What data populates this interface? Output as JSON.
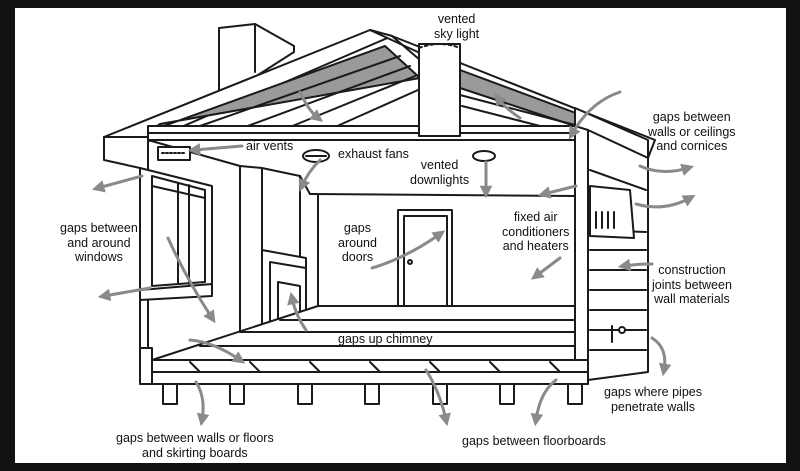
{
  "diagram": {
    "labels": {
      "vented_sky_light": "vented\nsky light",
      "air_vents": "air vents",
      "exhaust_fans": "exhaust fans",
      "vented_downlights": "vented\ndownlights",
      "gaps_walls_ceilings": "gaps between\nwalls or ceilings\nand cornices",
      "gaps_windows": "gaps between\nand around\nwindows",
      "gaps_doors": "gaps\naround\ndoors",
      "fixed_air": "fixed air\nconditioners\nand heaters",
      "construction_joints": "construction\njoints between\nwall materials",
      "gaps_chimney": "gaps up chimney",
      "gaps_pipes": "gaps where pipes\npenetrate walls",
      "gaps_skirting": "gaps between walls or floors\nand skirting boards",
      "gaps_floorboards": "gaps between floorboards"
    },
    "colors": {
      "line": "#1a1a1a",
      "arrow": "#8a8a8a",
      "roof_fill": "#9a9a9a",
      "frame": "#111111"
    }
  }
}
